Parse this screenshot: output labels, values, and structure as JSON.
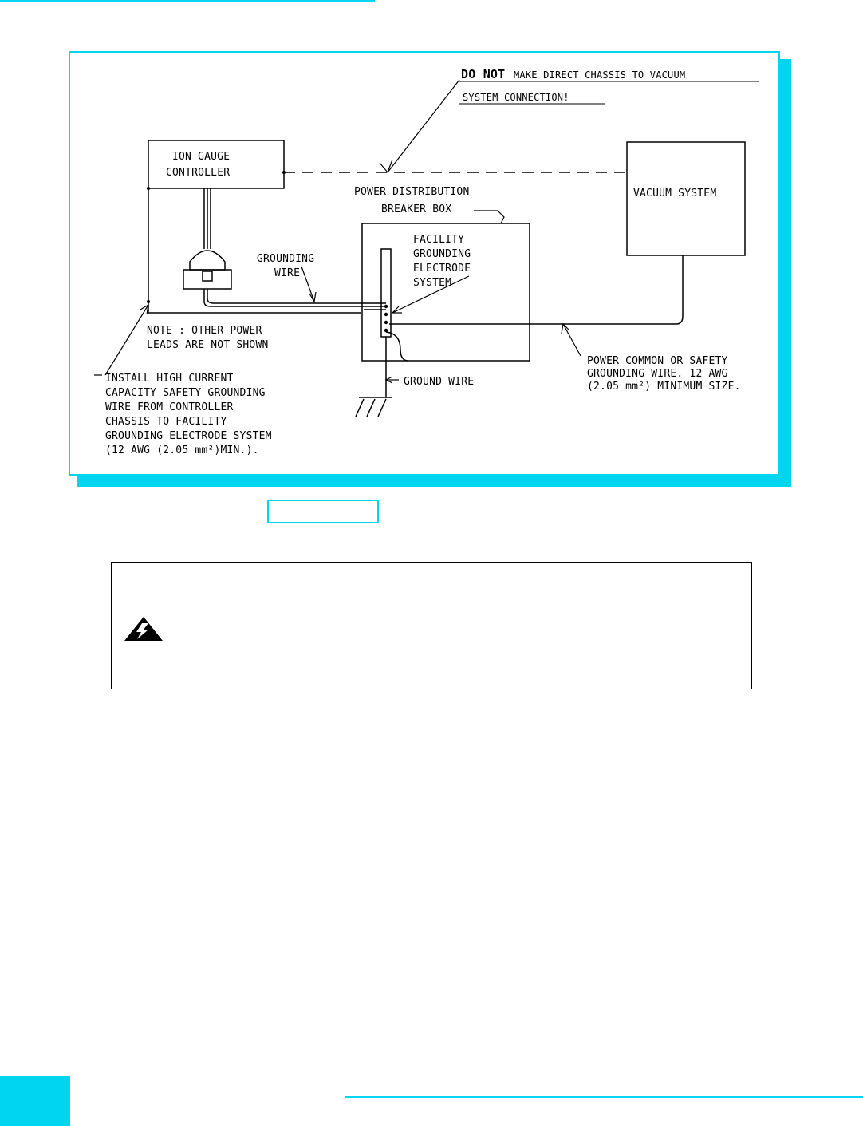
{
  "colors": {
    "accent": "#00d5ef",
    "ink": "#000000"
  },
  "figure": {
    "ion_gauge_line1": "ION GAUGE",
    "ion_gauge_line2": "CONTROLLER",
    "vacuum_system": "VACUUM SYSTEM",
    "warning_do_not": "DO NOT",
    "warning_rest": "MAKE DIRECT CHASSIS TO VACUUM",
    "warning_line2": "SYSTEM CONNECTION!",
    "power_dist_line1": "POWER DISTRIBUTION",
    "power_dist_line2": "BREAKER BOX",
    "facility_line1": "FACILITY",
    "facility_line2": "GROUNDING",
    "facility_line3": "ELECTRODE",
    "facility_line4": "SYSTEM",
    "grounding_wire_line1": "GROUNDING",
    "grounding_wire_line2": "WIRE",
    "note_line1": "NOTE : OTHER POWER",
    "note_line2": "LEADS ARE NOT SHOWN",
    "ground_wire": "GROUND WIRE",
    "power_common_line1": "POWER COMMON OR SAFETY",
    "power_common_line2": "GROUNDING WIRE. 12 AWG",
    "power_common_line3": "(2.05 mm²) MINIMUM SIZE.",
    "install_line1": "INSTALL HIGH CURRENT",
    "install_line2": "CAPACITY SAFETY GROUNDING",
    "install_line3": "WIRE FROM CONTROLLER",
    "install_line4": "CHASSIS TO FACILITY",
    "install_line5": "GROUNDING ELECTRODE SYSTEM",
    "install_line6": "(12 AWG (2.05 mm²)MIN.)."
  },
  "caption": "",
  "warning_icon": "electrostatic-warning-icon"
}
